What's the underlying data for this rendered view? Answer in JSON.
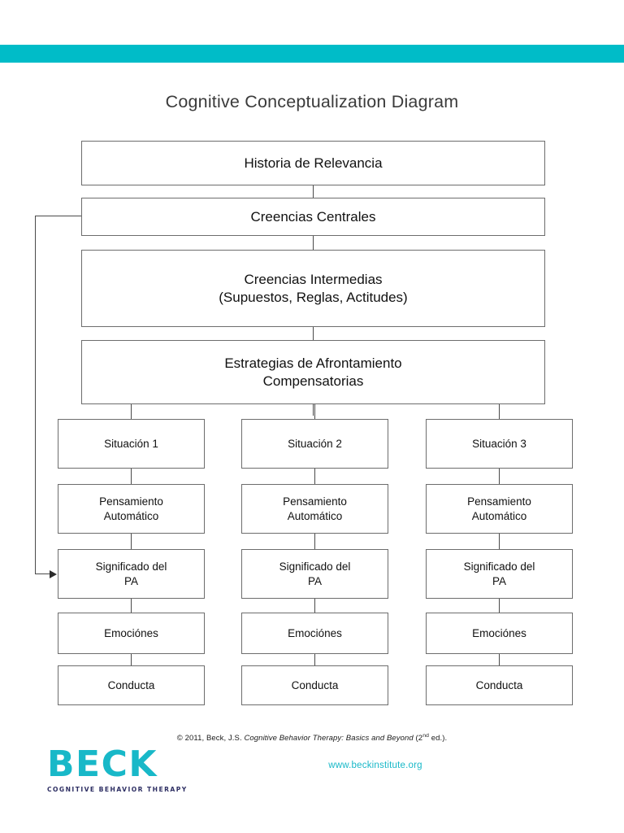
{
  "page": {
    "title": "Cognitive Conceptualization Diagram",
    "band_color": "#00bcc8"
  },
  "diagram": {
    "type": "flowchart",
    "trunk": [
      {
        "id": "historia",
        "label": "Historia de Relevancia"
      },
      {
        "id": "centrales",
        "label": "Creencias Centrales"
      },
      {
        "id": "intermedias",
        "line1": "Creencias Intermedias",
        "line2": "(Supuestos, Reglas, Actitudes)"
      },
      {
        "id": "estrategias",
        "line1": "Estrategias de Afrontamiento",
        "line2": "Compensatorias"
      }
    ],
    "columns": [
      {
        "situacion": "Situación 1",
        "pensamiento_l1": "Pensamiento",
        "pensamiento_l2": "Automático",
        "significado_l1": "Significado del",
        "significado_l2": "PA",
        "emociones": "Emociónes",
        "conducta": "Conducta"
      },
      {
        "situacion": "Situación 2",
        "pensamiento_l1": "Pensamiento",
        "pensamiento_l2": "Automático",
        "significado_l1": "Significado del",
        "significado_l2": "PA",
        "emociones": "Emociónes",
        "conducta": "Conducta"
      },
      {
        "situacion": "Situación 3",
        "pensamiento_l1": "Pensamiento",
        "pensamiento_l2": "Automático",
        "significado_l1": "Significado del",
        "significado_l2": "PA",
        "emociones": "Emociónes",
        "conducta": "Conducta"
      }
    ],
    "feedback_loop": {
      "from": "centrales",
      "to": "significado-pa-column-1",
      "description": "Significado del PA feeds back to Creencias Centrales"
    }
  },
  "footer": {
    "copyright_prefix": "© 2011, Beck, J.S. ",
    "copyright_italic": "Cognitive Behavior Therapy: Basics and Beyond",
    "copyright_suffix_pre": " (2",
    "copyright_superscript": "nd",
    "copyright_suffix_post": " ed.).",
    "logo_wordmark": "BECK",
    "logo_tagline": "COGNITIVE BEHAVIOR THERAPY",
    "url": "www.beckinstitute.org",
    "brand_color": "#18b8c8"
  }
}
